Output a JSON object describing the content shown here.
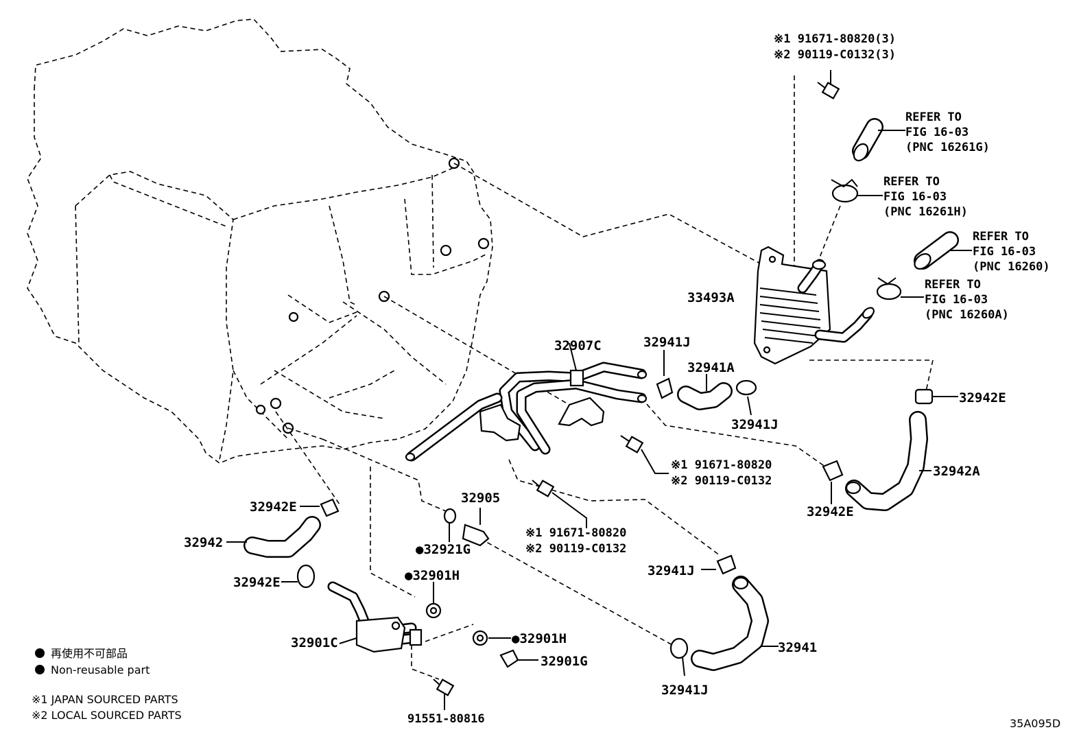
{
  "callouts": {
    "bolt_top_1": "※1 91671-80820(3)",
    "bolt_top_2": "※2 90119-C0132(3)",
    "refer_a": [
      "REFER TO",
      "FIG 16-03",
      "(PNC 16261G)"
    ],
    "refer_b": [
      "REFER TO",
      "FIG 16-03",
      "(PNC 16261H)"
    ],
    "refer_c": [
      "REFER TO",
      "FIG 16-03",
      "(PNC 16260)"
    ],
    "refer_d": [
      "REFER TO",
      "FIG 16-03",
      "(PNC 16260A)"
    ],
    "p33493A": "33493A",
    "p32907C": "32907C",
    "p32941J_a": "32941J",
    "p32941A": "32941A",
    "p32941J_b": "32941J",
    "p32942E_a": "32942E",
    "bolt_mid_1": "※1 91671-80820",
    "bolt_mid_2": "※2 90119-C0132",
    "p32942A": "32942A",
    "p32942E_b": "32942E",
    "p32905": "32905",
    "p32942E_c": "32942E",
    "p32942": "32942",
    "p32921G": "●32921G",
    "bolt_low_1": "※1 91671-80820",
    "bolt_low_2": "※2 90119-C0132",
    "p32941J_c": "32941J",
    "p32942E_d": "32942E",
    "p32901H_a": "●32901H",
    "p32901C": "32901C",
    "p32901H_b": "●32901H",
    "p32901G": "32901G",
    "p32941": "32941",
    "p32941J_d": "32941J",
    "p91551": "91551-80816"
  },
  "legend": {
    "nonreusable_jp": "再使用不可部品",
    "nonreusable_en": "Non-reusable part",
    "note1": "※1 JAPAN SOURCED PARTS",
    "note2": "※2 LOCAL SOURCED PARTS"
  },
  "diagram_code": "35A095D"
}
